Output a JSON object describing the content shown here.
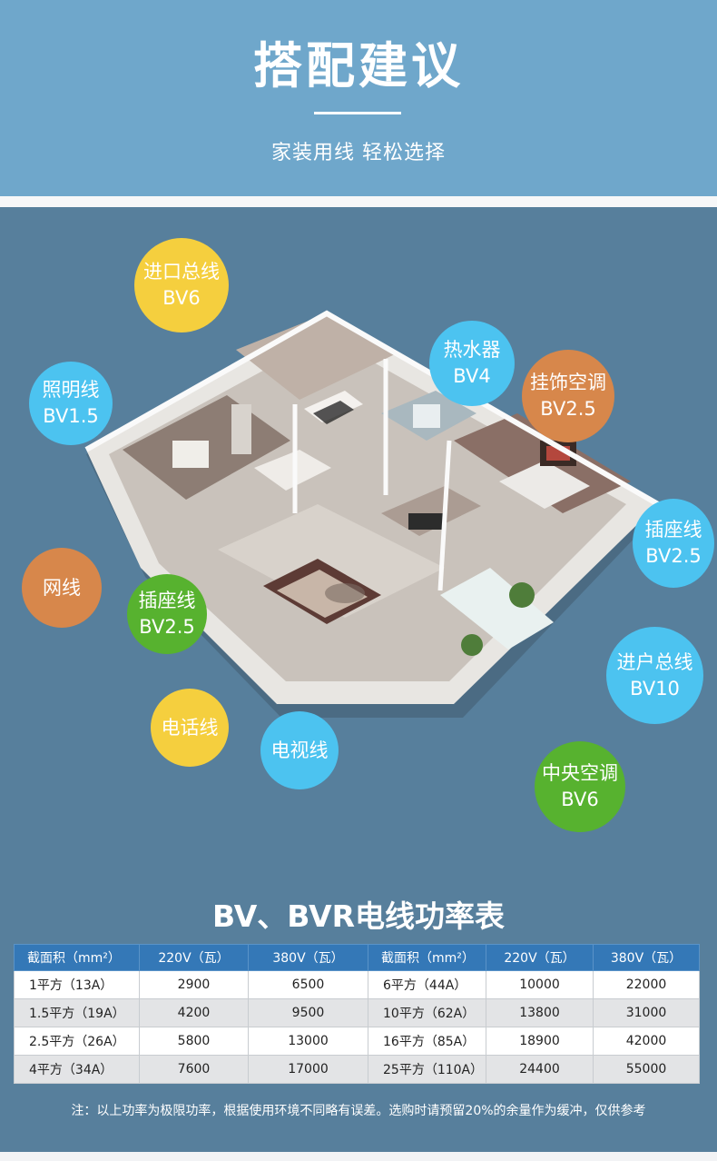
{
  "header": {
    "title": "搭配建议",
    "subtitle": "家装用线  轻松选择"
  },
  "house_image": {
    "description_icon": "apartment-floorplan-3d"
  },
  "bubbles": [
    {
      "id": "entry-main",
      "line1": "进口总线",
      "line2": "BV6",
      "color": "#f5cf3e"
    },
    {
      "id": "lighting",
      "line1": "照明线",
      "line2": "BV1.5",
      "color": "#4cc3f0"
    },
    {
      "id": "water-heater",
      "line1": "热水器",
      "line2": "BV4",
      "color": "#4cc3f0"
    },
    {
      "id": "wall-ac",
      "line1": "挂饰空调",
      "line2": "BV2.5",
      "color": "#d7874b"
    },
    {
      "id": "socket-right",
      "line1": "插座线",
      "line2": "BV2.5",
      "color": "#4cc3f0"
    },
    {
      "id": "network",
      "line1": "网线",
      "line2": "",
      "color": "#d7874b"
    },
    {
      "id": "socket-left",
      "line1": "插座线",
      "line2": "BV2.5",
      "color": "#57b22f"
    },
    {
      "id": "household-main",
      "line1": "进户总线",
      "line2": "BV10",
      "color": "#4cc3f0"
    },
    {
      "id": "phone",
      "line1": "电话线",
      "line2": "",
      "color": "#f5cf3e"
    },
    {
      "id": "tv",
      "line1": "电视线",
      "line2": "",
      "color": "#4cc3f0"
    },
    {
      "id": "central-ac",
      "line1": "中央空调",
      "line2": "BV6",
      "color": "#57b22f"
    }
  ],
  "table": {
    "title": "BV、BVR电线功率表",
    "headers": [
      "截面积（mm²）",
      "220V（瓦）",
      "380V（瓦）",
      "截面积（mm²）",
      "220V（瓦）",
      "380V（瓦）"
    ],
    "rows": [
      [
        "1平方（13A）",
        "2900",
        "6500",
        "6平方（44A）",
        "10000",
        "22000"
      ],
      [
        "1.5平方（19A）",
        "4200",
        "9500",
        "10平方（62A）",
        "13800",
        "31000"
      ],
      [
        "2.5平方（26A）",
        "5800",
        "13000",
        "16平方（85A）",
        "18900",
        "42000"
      ],
      [
        "4平方（34A）",
        "7600",
        "17000",
        "25平方（110A）",
        "24400",
        "55000"
      ]
    ],
    "note": "注：以上功率为极限功率，根据使用环境不同略有误差。选购时请预留20%的余量作为缓冲，仅供参考"
  }
}
